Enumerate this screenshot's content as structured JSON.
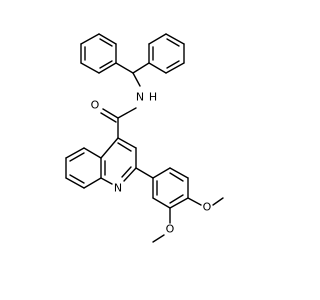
{
  "structure": {
    "atoms": {
      "carbonyl_oxygen": "O",
      "amide_nitrogen": "N",
      "amide_hydrogen": "H",
      "quinoline_nitrogen": "N",
      "methoxy_oxygen_top": "O",
      "methoxy_oxygen_bottom": "O"
    }
  }
}
